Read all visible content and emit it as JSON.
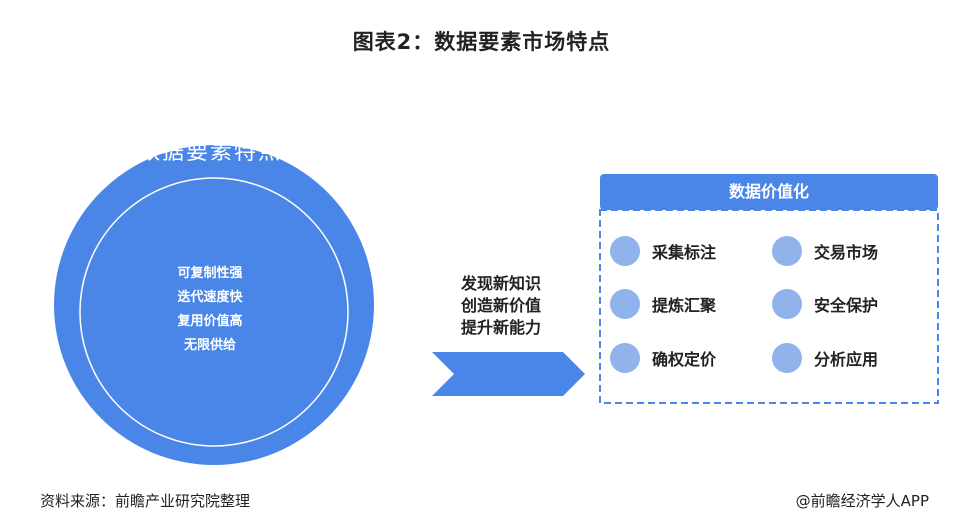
{
  "title": "图表2：数据要素市场特点",
  "left_circle": {
    "title": "数据要素特点",
    "items": [
      "可复制性强",
      "迭代速度快",
      "复用价值高",
      "无限供给"
    ]
  },
  "arrow": {
    "lines": [
      "发现新知识",
      "创造新价值",
      "提升新能力"
    ]
  },
  "panel": {
    "title": "数据价值化",
    "items": [
      "采集标注",
      "交易市场",
      "提炼汇聚",
      "安全保护",
      "确权定价",
      "分析应用"
    ]
  },
  "footer": {
    "source": "资料来源：前瞻产业研究院整理",
    "credit": "@前瞻经济学人APP"
  },
  "colors": {
    "circle_blue": "#4a86e8",
    "arrow_blue": "#4a86e8",
    "panel_header": "#4a86e8",
    "dot_blue": "#8fb3ea",
    "dashed_border": "#4a86e8"
  }
}
